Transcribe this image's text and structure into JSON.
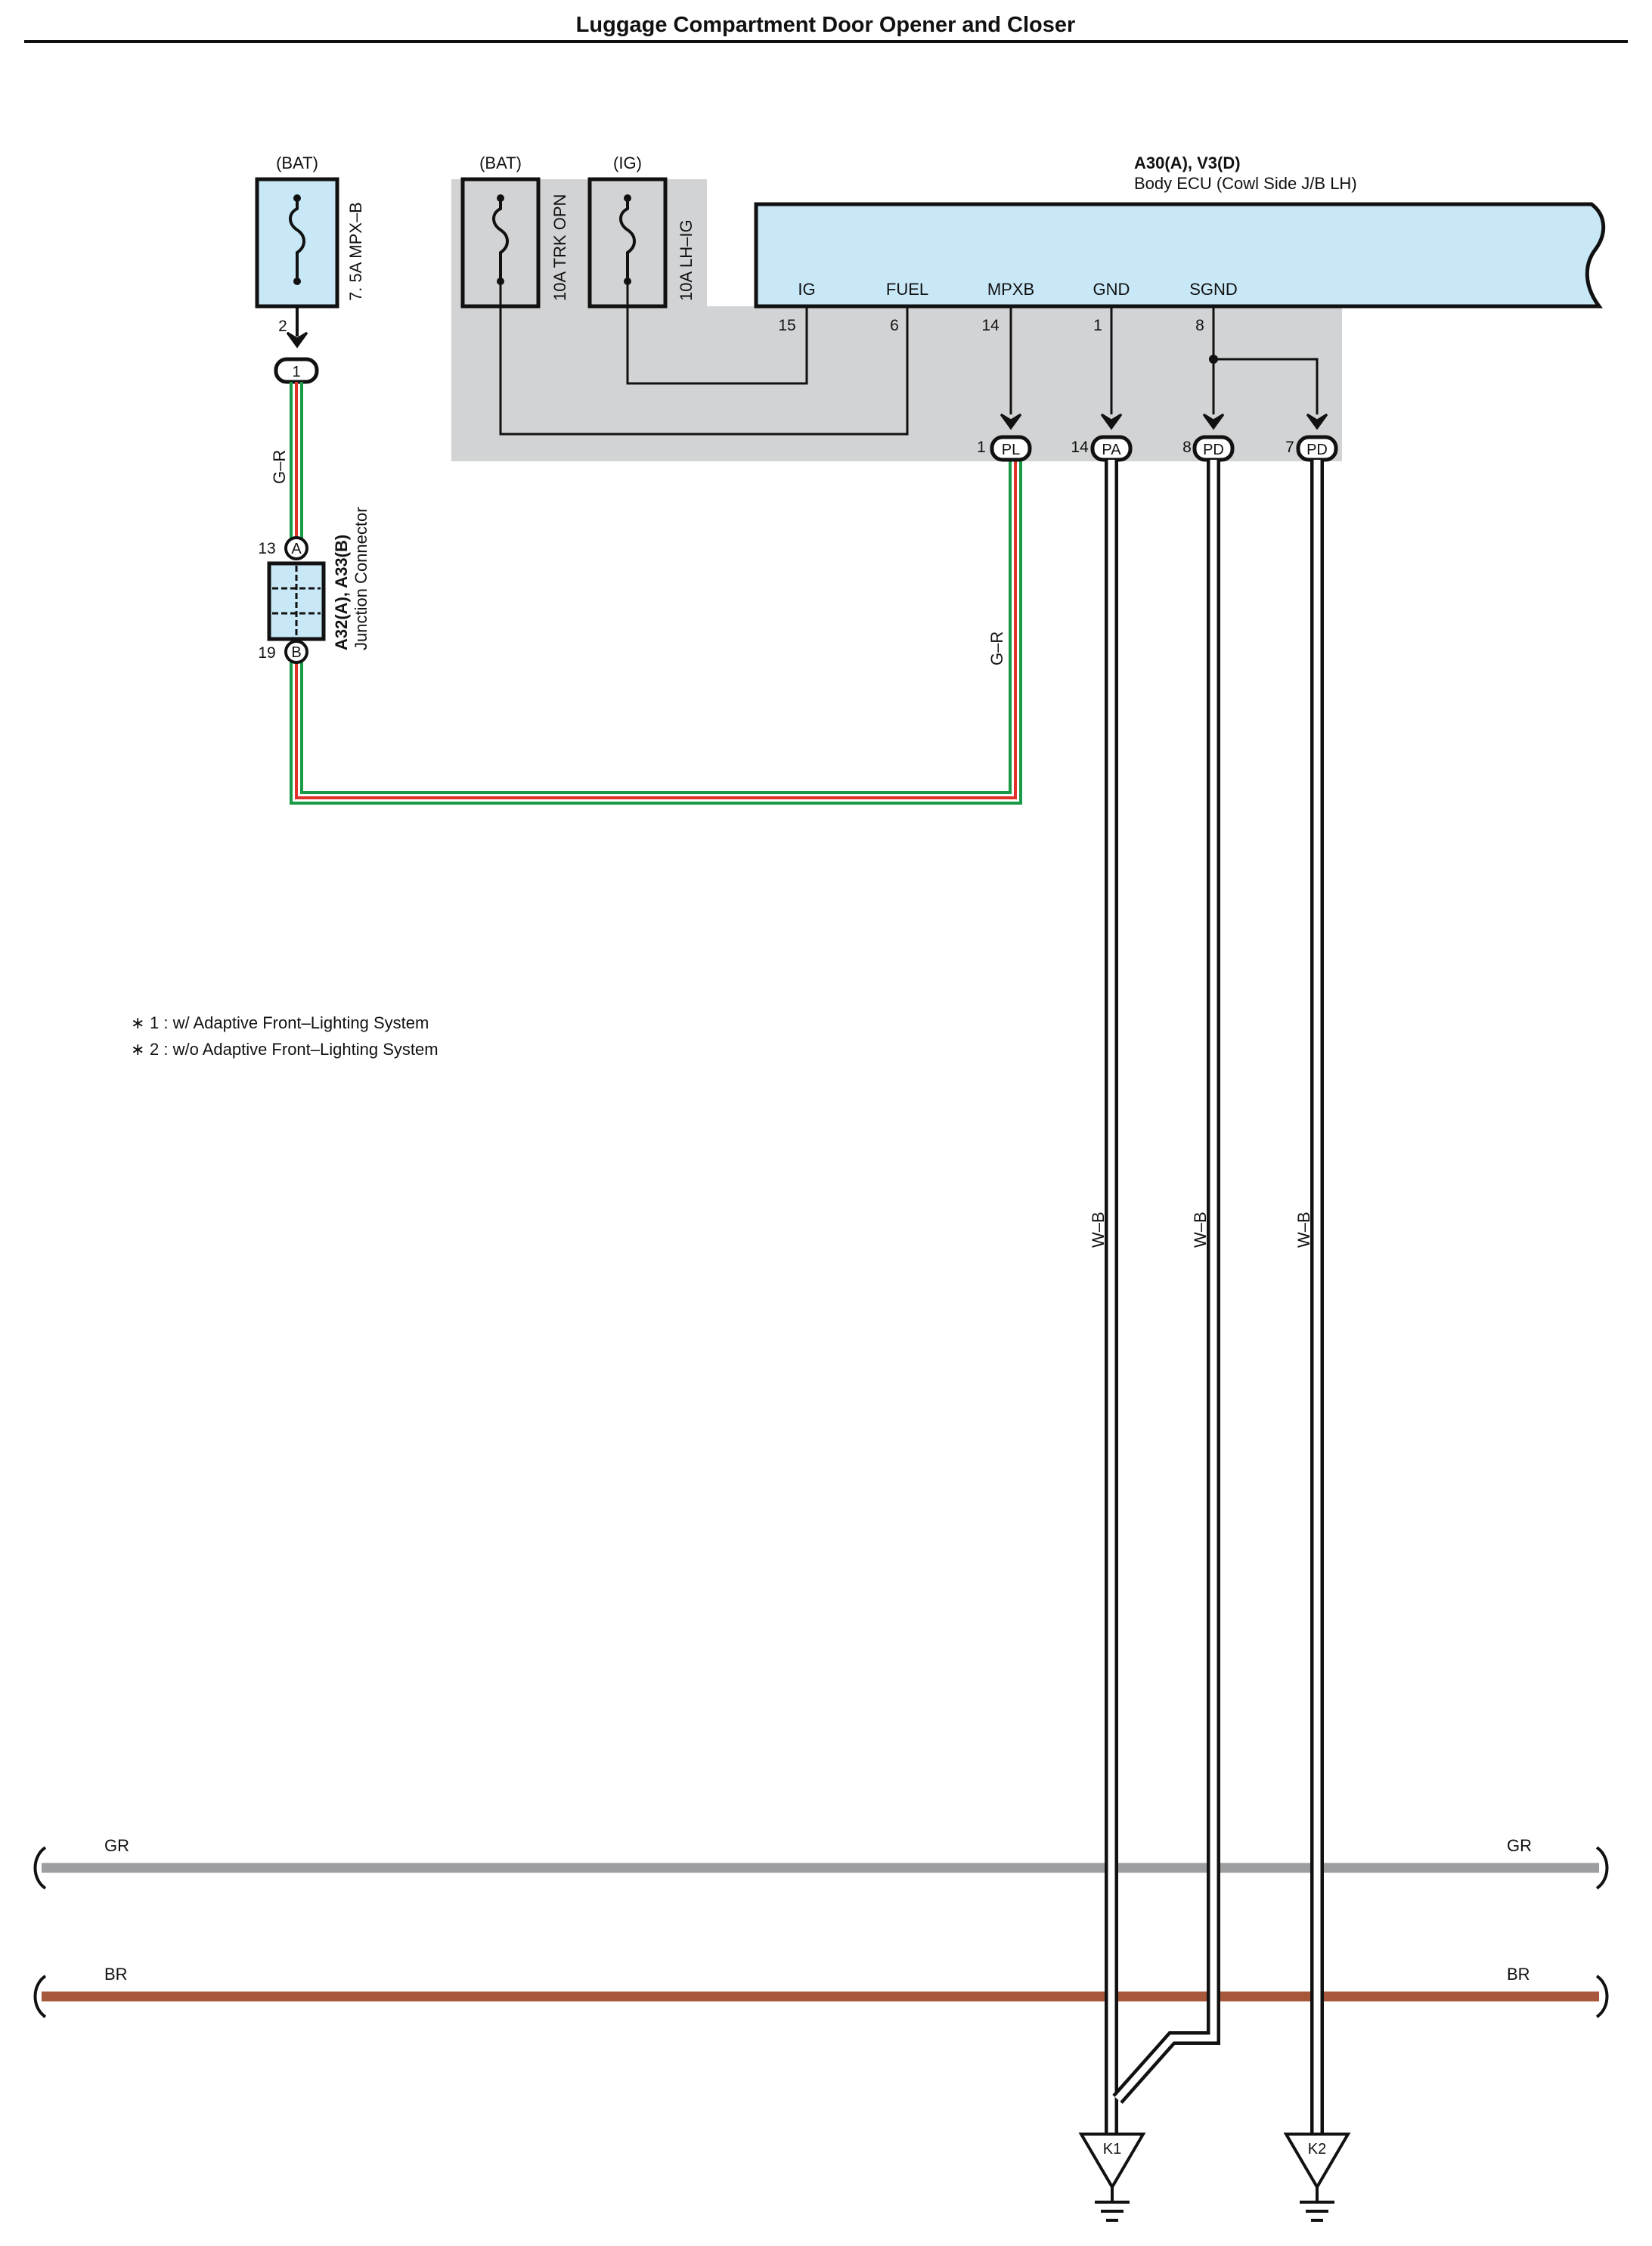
{
  "title": "Luggage Compartment Door Opener and Closer",
  "colors": {
    "shade": "#d2d3d4",
    "ecu_fill": "#c8e8f7",
    "green": "#1a9a46",
    "red": "#e0322b",
    "gray_bus": "#9d9e9f",
    "brown_bus": "#a8583a",
    "wire": "#111111"
  },
  "fuses": [
    {
      "source": "(BAT)",
      "name": "7. 5A MPX–B",
      "pin": "2"
    },
    {
      "source": "(BAT)",
      "name": "10A TRK OPN"
    },
    {
      "source": "(IG)",
      "name": "10A LH–IG"
    }
  ],
  "ecu": {
    "code": "A30(A), V3(D)",
    "name": "Body ECU (Cowl Side J/B LH)",
    "terminals": [
      {
        "label": "IG",
        "pin": "15"
      },
      {
        "label": "FUEL",
        "pin": "6"
      },
      {
        "label": "MPXB",
        "pin": "14"
      },
      {
        "label": "GND",
        "pin": "1"
      },
      {
        "label": "SGND",
        "pin": "8"
      }
    ]
  },
  "connectors": [
    {
      "pin": "1",
      "tag": "PL"
    },
    {
      "pin": "14",
      "tag": "PA"
    },
    {
      "pin": "8",
      "tag": "PD"
    },
    {
      "pin": "7",
      "tag": "PD"
    }
  ],
  "inline_connector": {
    "tag": "1"
  },
  "junction": {
    "code": "A32(A), A33(B)",
    "name": "Junction Connector",
    "pin_a": "13",
    "tag_a": "A",
    "pin_b": "19",
    "tag_b": "B"
  },
  "wire_colors": {
    "fuse_to_junction": "G–R",
    "junction_to_pl": "G–R",
    "ground_1": "W–B",
    "ground_2": "W–B",
    "ground_3": "W–B"
  },
  "notes": [
    {
      "mark": "∗",
      "text": "1 : w/ Adaptive Front–Lighting System"
    },
    {
      "mark": "∗",
      "text": "2 : w/o Adaptive Front–Lighting System"
    }
  ],
  "buses": [
    {
      "label": "GR",
      "color": "gray"
    },
    {
      "label": "BR",
      "color": "brown"
    }
  ],
  "grounds": [
    {
      "tag": "K1"
    },
    {
      "tag": "K2"
    }
  ]
}
